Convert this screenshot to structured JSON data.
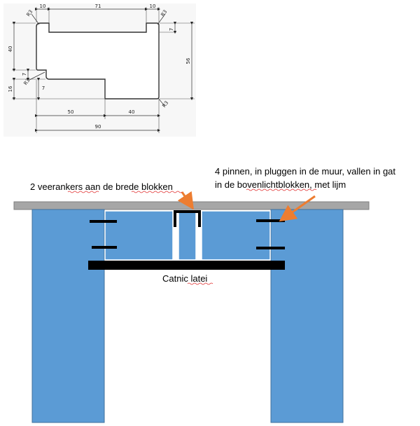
{
  "drawing": {
    "dims": {
      "top_left": "10",
      "top_mid": "71",
      "top_right": "10",
      "r_top_left": "R3",
      "r_top_right": "R3",
      "right_notch": "7",
      "left_height": "40",
      "left_step": "7",
      "r_left": "R3",
      "left_bottom": "16",
      "left_bottom_notch": "7",
      "right_height": "56",
      "r_bottom_right": "R3",
      "bottom_left": "50",
      "bottom_right": "40",
      "total_width": "90"
    }
  },
  "annotations": {
    "spring_anchors": "2 veerankers aan de brede blokken",
    "pins_line1": "4 pinnen, in pluggen in de muur, vallen in gat",
    "pins_line2": "in de bovenlichtblokken, met lijm",
    "lintel": "Catnic latei"
  },
  "colors": {
    "wall": "#5b9bd5",
    "slab": "#a6a6a6",
    "arrow": "#ed7d31",
    "lintel": "#000000"
  }
}
